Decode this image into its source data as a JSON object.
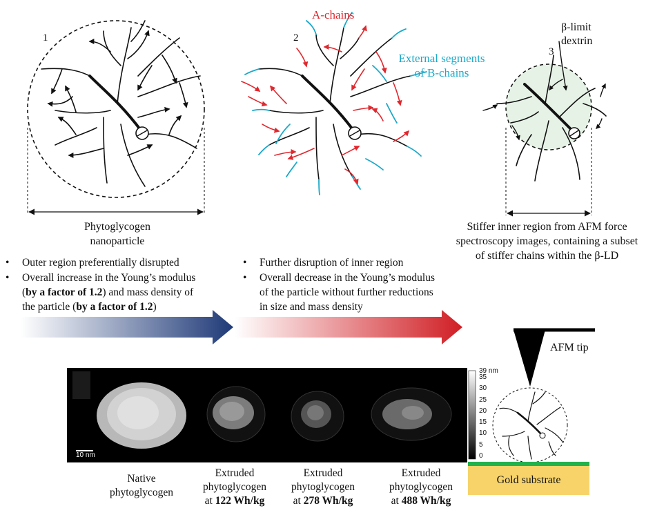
{
  "labels": {
    "num1": "1",
    "num2": "2",
    "num3": "3",
    "a_chains": "A-chains",
    "ext_seg_line1": "External segments",
    "ext_seg_line2": "of B-chains",
    "beta_limit_line1": "β-limit",
    "beta_limit_line2": "dextrin",
    "phyto_line1": "Phytoglycogen",
    "phyto_line2": "nanoparticle",
    "stiff_line1": "Stiffer inner region from AFM force",
    "stiff_line2": "spectroscopy images, containing a subset",
    "stiff_line3": "of stiffer chains within the β-LD",
    "afm_tip": "AFM tip",
    "gold_substrate": "Gold substrate",
    "scale_bar": "10 nm"
  },
  "bullets_left": {
    "b1": "Outer region preferentially disrupted",
    "b2_l1": "Overall increase in the Young’s modulus",
    "b2_l2_pre": "(",
    "b2_l2_bold": "by a factor of 1.2",
    "b2_l2_post": ") and mass density of",
    "b2_l3_pre": "the particle (",
    "b2_l3_bold": "by a factor of 1.2",
    "b2_l3_post": ")"
  },
  "bullets_right": {
    "b1": "Further disruption of inner region",
    "b2_l1": "Overall decrease in the Young’s modulus",
    "b2_l2": "of the particle without further reductions",
    "b2_l3": "in size and mass density"
  },
  "bullet_glyph": "•",
  "colorbar": {
    "max_label": "39 nm",
    "ticks": [
      "35",
      "30",
      "25",
      "20",
      "15",
      "10",
      "5",
      "0"
    ]
  },
  "captions": [
    {
      "l1": "Native",
      "l2": "phytoglycogen",
      "l3_pre": "",
      "l3_bold": ""
    },
    {
      "l1": "Extruded",
      "l2": "phytoglycogen",
      "l3_pre": "at ",
      "l3_bold": "122 Wh/kg"
    },
    {
      "l1": "Extruded",
      "l2": "phytoglycogen",
      "l3_pre": "at ",
      "l3_bold": "278 Wh/kg"
    },
    {
      "l1": "Extruded",
      "l2": "phytoglycogen",
      "l3_pre": "at ",
      "l3_bold": "488 Wh/kg"
    }
  ],
  "colors": {
    "a_chains": "#e0282e",
    "b_chains": "#1aa9c9",
    "arrow_blue": "#1f3a78",
    "arrow_red": "#d01e24",
    "gold": "#f7d36a",
    "substrate_green": "#22b14c",
    "beta_ld_fill": "#e6f2e6"
  }
}
